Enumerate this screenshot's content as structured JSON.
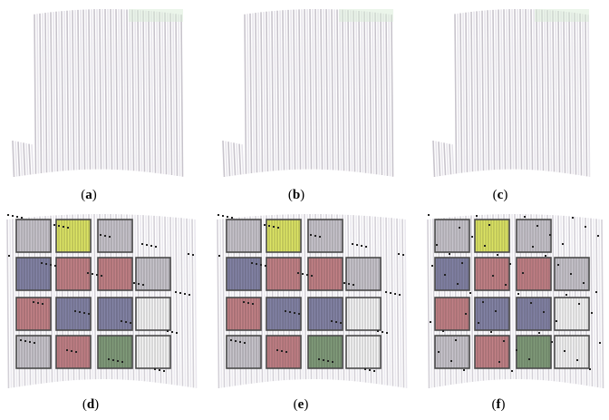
{
  "figure": {
    "panels": [
      {
        "label_open": "(",
        "letter": "a",
        "label_close": ")",
        "content": "wall-point-cloud"
      },
      {
        "label_open": "(",
        "letter": "b",
        "label_close": ")",
        "content": "wall-point-cloud"
      },
      {
        "label_open": "(",
        "letter": "c",
        "label_close": ")",
        "content": "wall-point-cloud"
      },
      {
        "label_open": "(",
        "letter": "d",
        "label_close": ")",
        "content": "color-checker-point-cloud"
      },
      {
        "label_open": "(",
        "letter": "e",
        "label_close": ")",
        "content": "color-checker-point-cloud"
      },
      {
        "label_open": "(",
        "letter": "f",
        "label_close": ")",
        "content": "color-checker-point-cloud"
      }
    ],
    "colors": {
      "stripe_light": "#d9d6dc",
      "stripe_dark": "#4a4a4a",
      "patch_yellow": "#d7e04a",
      "patch_red": "#b86c72",
      "patch_blue": "#6e6f96",
      "patch_green": "#6b8b63",
      "patch_gray": "#bfbcc4",
      "patch_white": "#f4f4f4"
    }
  }
}
